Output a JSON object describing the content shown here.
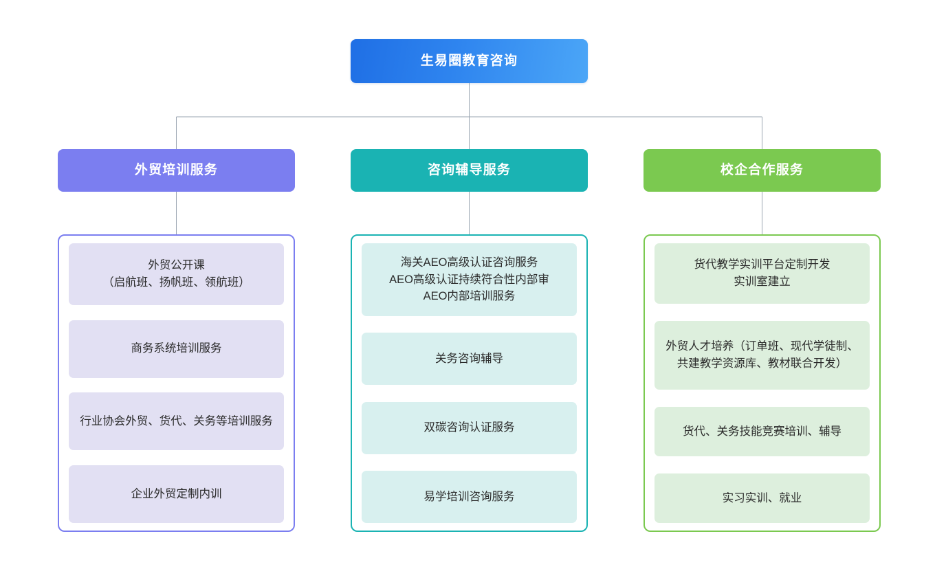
{
  "diagram": {
    "type": "organization-tree",
    "orientation": "top-down",
    "levels": 3,
    "connector_color": "#9aa5b1"
  },
  "root": {
    "title": "生易圈教育咨询",
    "color_start": "#1f6fe5",
    "color_end": "#4ba6f7"
  },
  "branches": [
    {
      "header": "外贸培训服务",
      "header_color": "#7b7ef0",
      "box_border_color": "#7b7ef0",
      "card_color": "#e2e0f3",
      "items": [
        "外贸公开课\n（启航班、扬帆班、领航班）",
        "商务系统培训服务",
        "行业协会外贸、货代、关务等培训服务",
        "企业外贸定制内训"
      ]
    },
    {
      "header": "咨询辅导服务",
      "header_color": "#1ab3b3",
      "box_border_color": "#1ab3b3",
      "card_color": "#d8f0ef",
      "items": [
        "海关AEO高级认证咨询服务\nAEO高级认证持续符合性内部审\nAEO内部培训服务",
        "关务咨询辅导",
        "双碳咨询认证服务",
        "易学培训咨询服务"
      ]
    },
    {
      "header": "校企合作服务",
      "header_color": "#7bc950",
      "box_border_color": "#7bc950",
      "card_color": "#ddefdd",
      "items": [
        "货代教学实训平台定制开发\n实训室建立",
        "外贸人才培养（订单班、现代学徒制、共建教学资源库、教材联合开发）",
        "货代、关务技能竞赛培训、辅导",
        "实习实训、就业"
      ]
    }
  ]
}
